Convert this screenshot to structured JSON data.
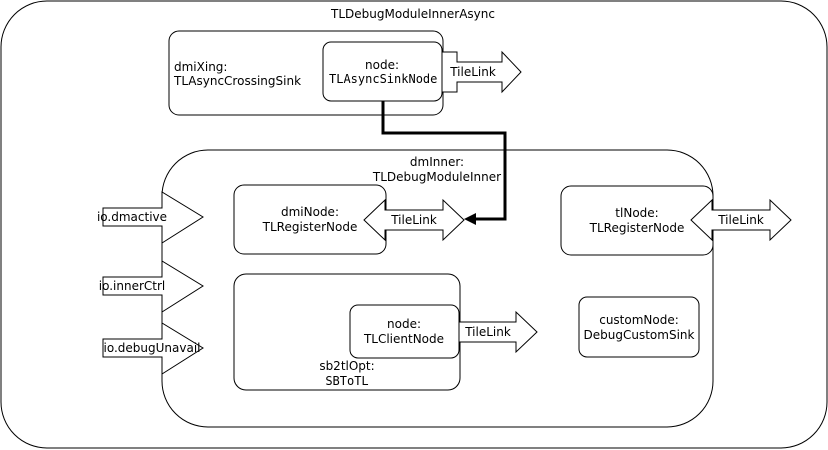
{
  "title": "TLDebugModuleInnerAsync",
  "dmi_xing": {
    "name": "dmiXing:",
    "type": "TLAsyncCrossingSink",
    "node_name": "node:",
    "node_type": "TLAsyncSinkNode",
    "link_label": "TileLink"
  },
  "dm_inner": {
    "name": "dmInner:",
    "type": "TLDebugModuleInner",
    "dmi_node": {
      "name": "dmiNode:",
      "type": "TLRegisterNode",
      "link_label": "TileLink"
    },
    "tl_node": {
      "name": "tlNode:",
      "type": "TLRegisterNode",
      "link_label": "TileLink"
    },
    "sb2tl": {
      "name": "sb2tlOpt:",
      "type": "SBToTL",
      "node_name": "node:",
      "node_type": "TLClientNode",
      "link_label": "TileLink"
    },
    "custom_node": {
      "name": "customNode:",
      "type": "DebugCustomSink"
    }
  },
  "io_ports": [
    "io.dmactive",
    "io.innerCtrl",
    "io.debugUnavail"
  ]
}
